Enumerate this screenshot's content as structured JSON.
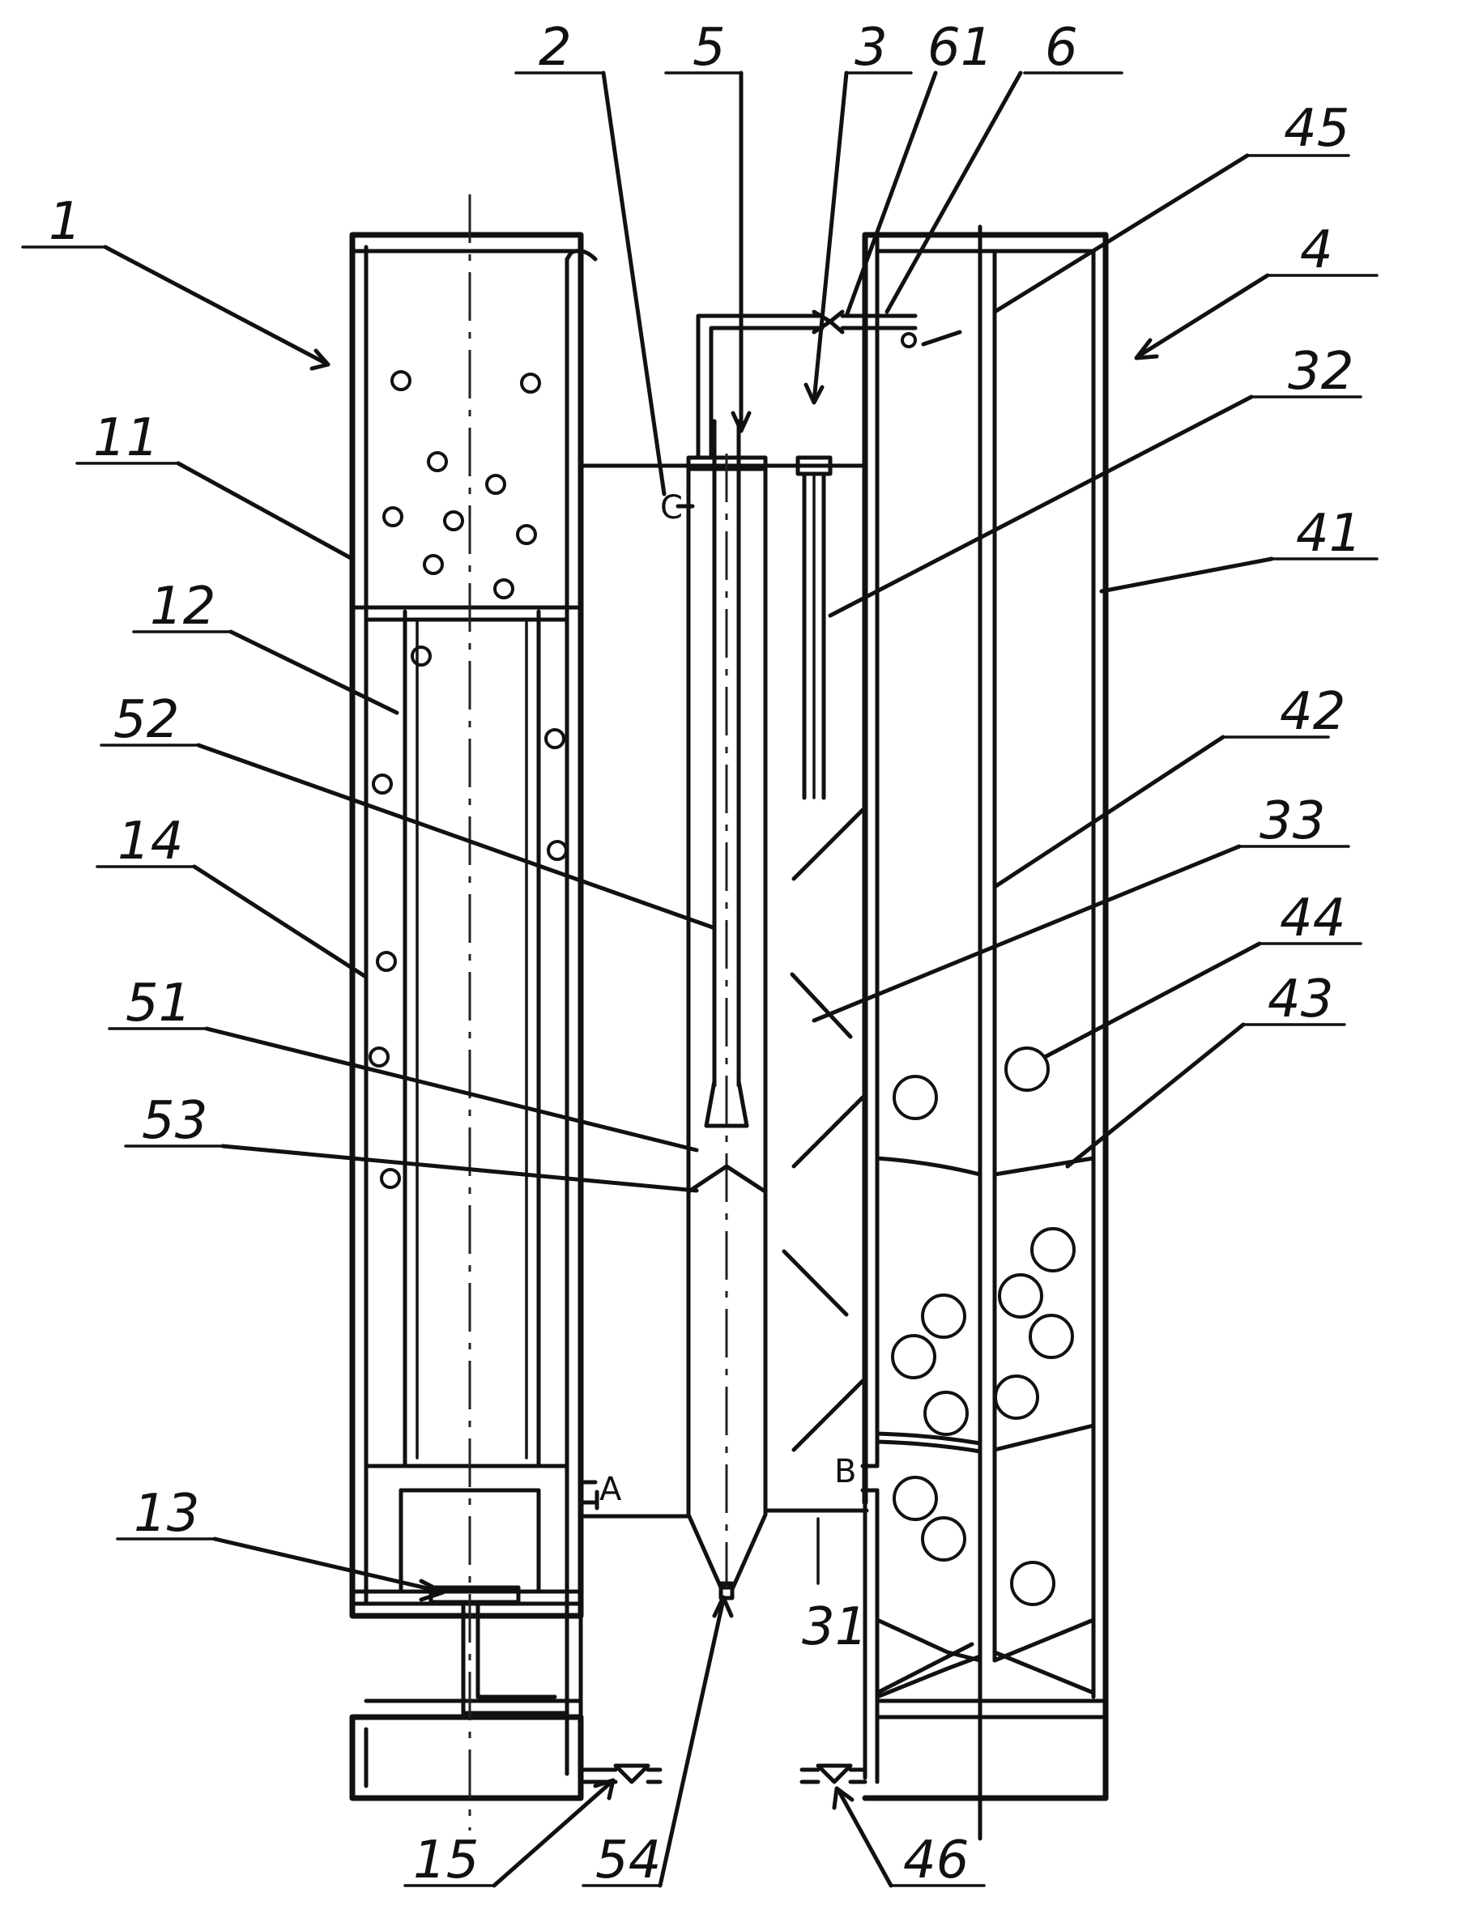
{
  "labels": {
    "l1": "1",
    "l2": "2",
    "l3": "3",
    "l4": "4",
    "l5": "5",
    "l6": "6",
    "l11": "11",
    "l12": "12",
    "l13": "13",
    "l14": "14",
    "l15": "15",
    "l31": "31",
    "l32": "32",
    "l33": "33",
    "l41": "41",
    "l42": "42",
    "l43": "43",
    "l44": "44",
    "l45": "45",
    "l46": "46",
    "l51": "51",
    "l52": "52",
    "l53": "53",
    "l54": "54",
    "l61": "61"
  },
  "ports": {
    "a": "A",
    "b": "B",
    "c": "C"
  }
}
